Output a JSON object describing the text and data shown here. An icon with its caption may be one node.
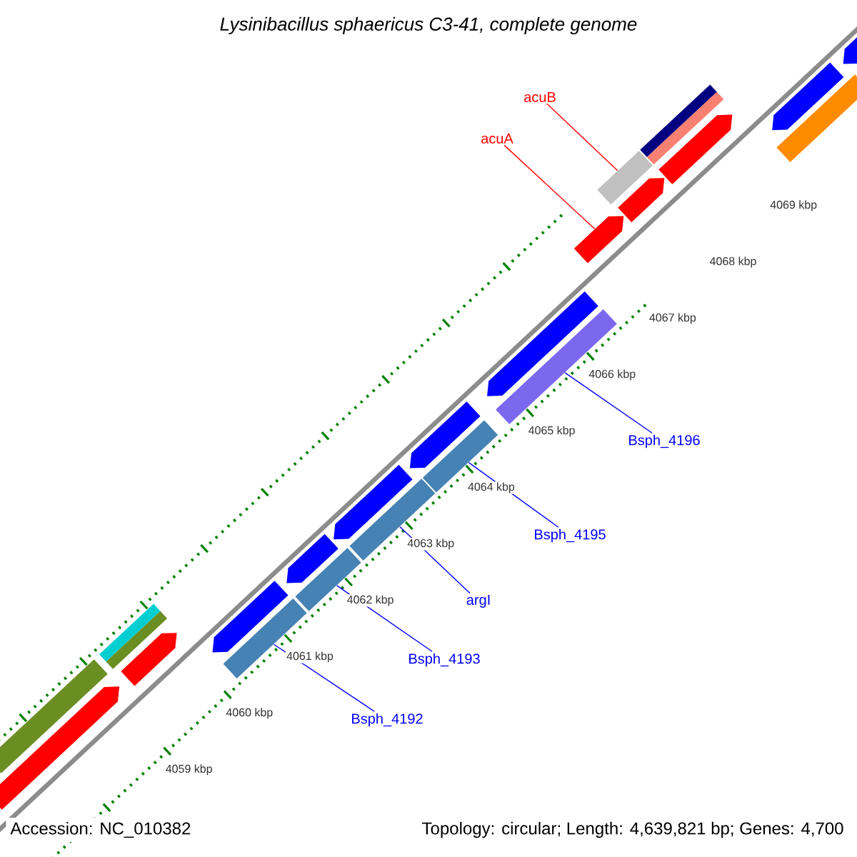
{
  "diagram": {
    "title": "Lysinibacillus sphaericus C3-41, complete genome",
    "nodes": [
      {
        "text": [
          "acuB"
        ]
      },
      {
        "text": [
          "acuA"
        ]
      },
      {
        "text": [
          "Bsph_4196"
        ]
      },
      {
        "text": [
          "Bsph_4195"
        ]
      },
      {
        "text": [
          "argI"
        ]
      },
      {
        "text": [
          "Bsph_4193"
        ]
      },
      {
        "text": [
          "Bsph_4192"
        ]
      },
      {
        "text": [],
        "shape": "bar"
      },
      {
        "text": [],
        "shape": "arrow"
      },
      {
        "text": [],
        "shape": "bar"
      },
      {
        "text": [],
        "shape": "bar"
      },
      {
        "text": [],
        "shape": "arrow"
      },
      {
        "text": [],
        "shape": "arrow"
      },
      {
        "text": [],
        "shape": "bar"
      },
      {
        "text": [],
        "shape": "arrow"
      },
      {
        "text": [],
        "shape": "bar"
      },
      {
        "text": [],
        "shape": "arrow"
      },
      {
        "text": [],
        "shape": "bar"
      },
      {
        "text": [],
        "shape": "arrow"
      },
      {
        "text": [],
        "shape": "bar"
      },
      {
        "text": [],
        "shape": "arrow"
      },
      {
        "text": [],
        "shape": "bar"
      },
      {
        "text": [],
        "shape": "arrow"
      },
      {
        "text": [],
        "shape": "bar"
      },
      {
        "text": [],
        "shape": "arrow"
      },
      {
        "text": [],
        "shape": "bar"
      },
      {
        "text": [],
        "shape": "bar"
      },
      {
        "text": [],
        "shape": "arrow"
      },
      {
        "text": [],
        "shape": "bar"
      },
      {
        "text": [],
        "shape": "arrow"
      },
      {
        "text": [],
        "shape": "arrow"
      }
    ],
    "edges": [
      {
        "from": 0,
        "to": 23,
        "arrow": "none",
        "color": "#ff0000"
      },
      {
        "from": 1,
        "to": 22,
        "arrow": "none",
        "color": "#ff0000"
      },
      {
        "from": 2,
        "to": 21,
        "arrow": "none"
      },
      {
        "from": 3,
        "to": 19,
        "arrow": "none"
      },
      {
        "from": 4,
        "to": 17,
        "arrow": "none"
      },
      {
        "from": 5,
        "to": 15,
        "arrow": "none"
      },
      {
        "from": 6,
        "to": 13,
        "arrow": "none"
      }
    ],
    "labels": [
      "4059 kbp",
      "4060 kbp",
      "4061 kbp",
      "4062 kbp",
      "4063 kbp",
      "4064 kbp",
      "4065 kbp",
      "4066 kbp",
      "4067 kbp",
      "4068 kbp",
      "4069 kbp",
      "Accession: NC_010382",
      "Topology: circular; Length: 4,639,821 bp; Genes: 4,700"
    ]
  }
}
